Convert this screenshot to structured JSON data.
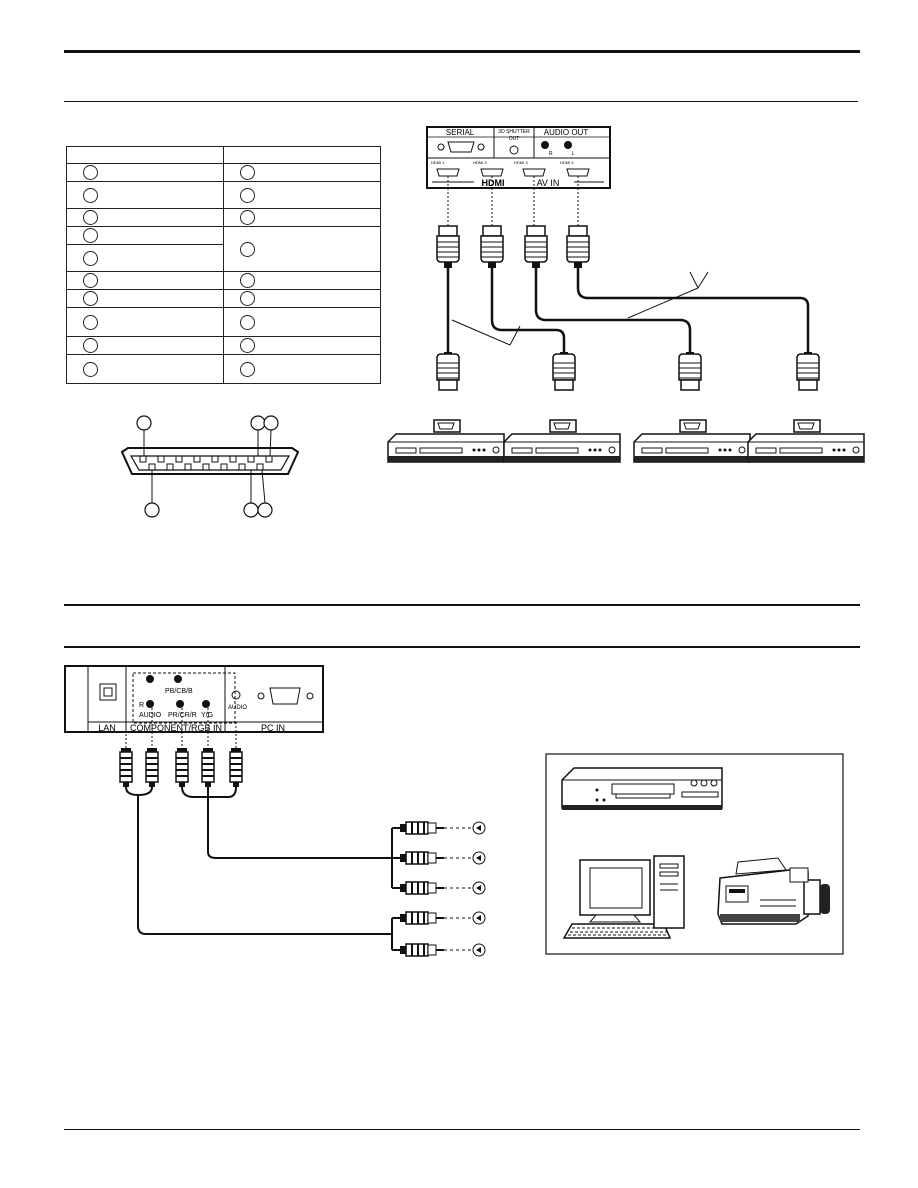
{
  "hdmi_panel": {
    "serial_label": "SERIAL",
    "shutter_label_line1": "3D SHUTTER",
    "shutter_label_line2": "OUT",
    "audio_out_label": "AUDIO OUT",
    "audio_r": "R",
    "audio_l": "L",
    "hdmi_ports": [
      "HDMI 1",
      "HDMI 2",
      "HDMI 3",
      "HDMI 4"
    ],
    "hdmi_logo": "HDMI",
    "av_in_label": "AV IN"
  },
  "input_panel": {
    "lan_label": "LAN",
    "component_label": "COMPONENT/RGB IN",
    "pc_in_label": "PC IN",
    "pb_label": "PB/CB/B",
    "r_audio_label": "R",
    "audio_label": "AUDIO",
    "pr_label": "PR/CR/R",
    "yg_label": "Y/G",
    "pc_audio_label": "AUDIO"
  },
  "colors": {
    "line": "#111111",
    "background": "#ffffff"
  }
}
